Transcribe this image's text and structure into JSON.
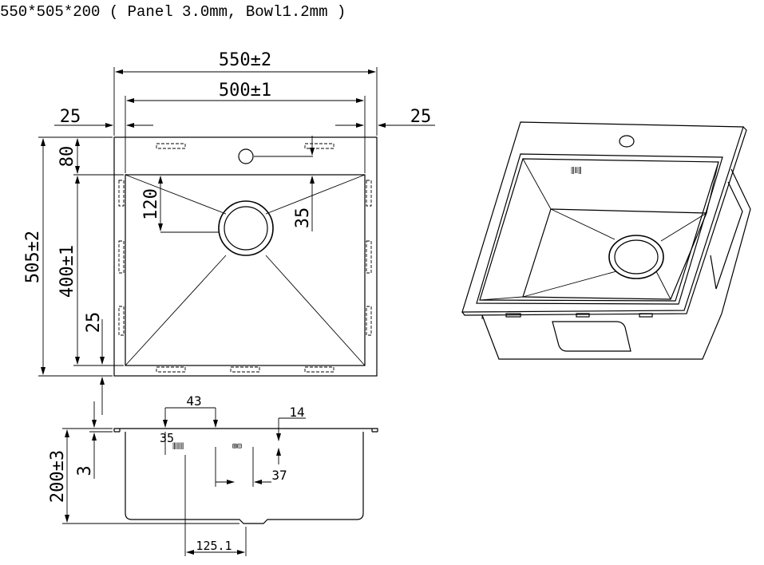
{
  "header": "550*505*200 ( Panel 3.0mm, Bowl1.2mm )",
  "dimensions": {
    "overall_width": "550±2",
    "bowl_width": "500±1",
    "margin_left": "25",
    "margin_right": "25",
    "overall_depth": "505±2",
    "bowl_depth": "400±1",
    "top_margin": "80",
    "tap_offset": "120",
    "tap_to_edge": "35",
    "bottom_margin": "25",
    "height": "200±3",
    "panel_thickness": "3",
    "clip_offset": "43",
    "clip_spacing": "14",
    "clip_height": "35",
    "drain_width": "37",
    "drain_offset": "125.1"
  }
}
